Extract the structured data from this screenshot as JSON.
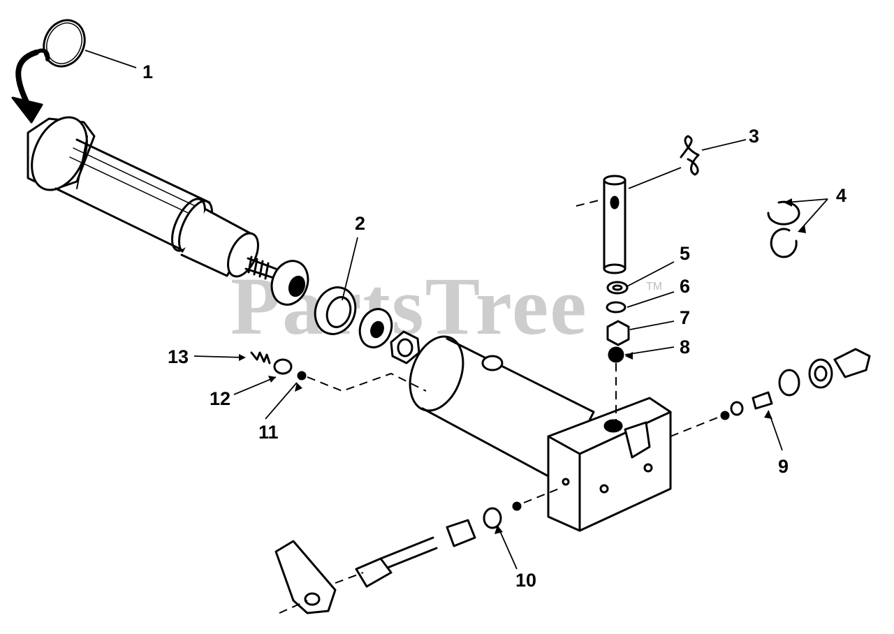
{
  "watermark": {
    "text": "PartsTree",
    "mark": "TM"
  },
  "callouts": [
    {
      "id": "c1",
      "label": "1"
    },
    {
      "id": "c2",
      "label": "2"
    },
    {
      "id": "c3",
      "label": "3"
    },
    {
      "id": "c4",
      "label": "4"
    },
    {
      "id": "c5",
      "label": "5"
    },
    {
      "id": "c6",
      "label": "6"
    },
    {
      "id": "c7",
      "label": "7"
    },
    {
      "id": "c8",
      "label": "8"
    },
    {
      "id": "c9",
      "label": "9"
    },
    {
      "id": "c10",
      "label": "10"
    },
    {
      "id": "c11",
      "label": "11"
    },
    {
      "id": "c12",
      "label": "12"
    },
    {
      "id": "c13",
      "label": "13"
    }
  ]
}
